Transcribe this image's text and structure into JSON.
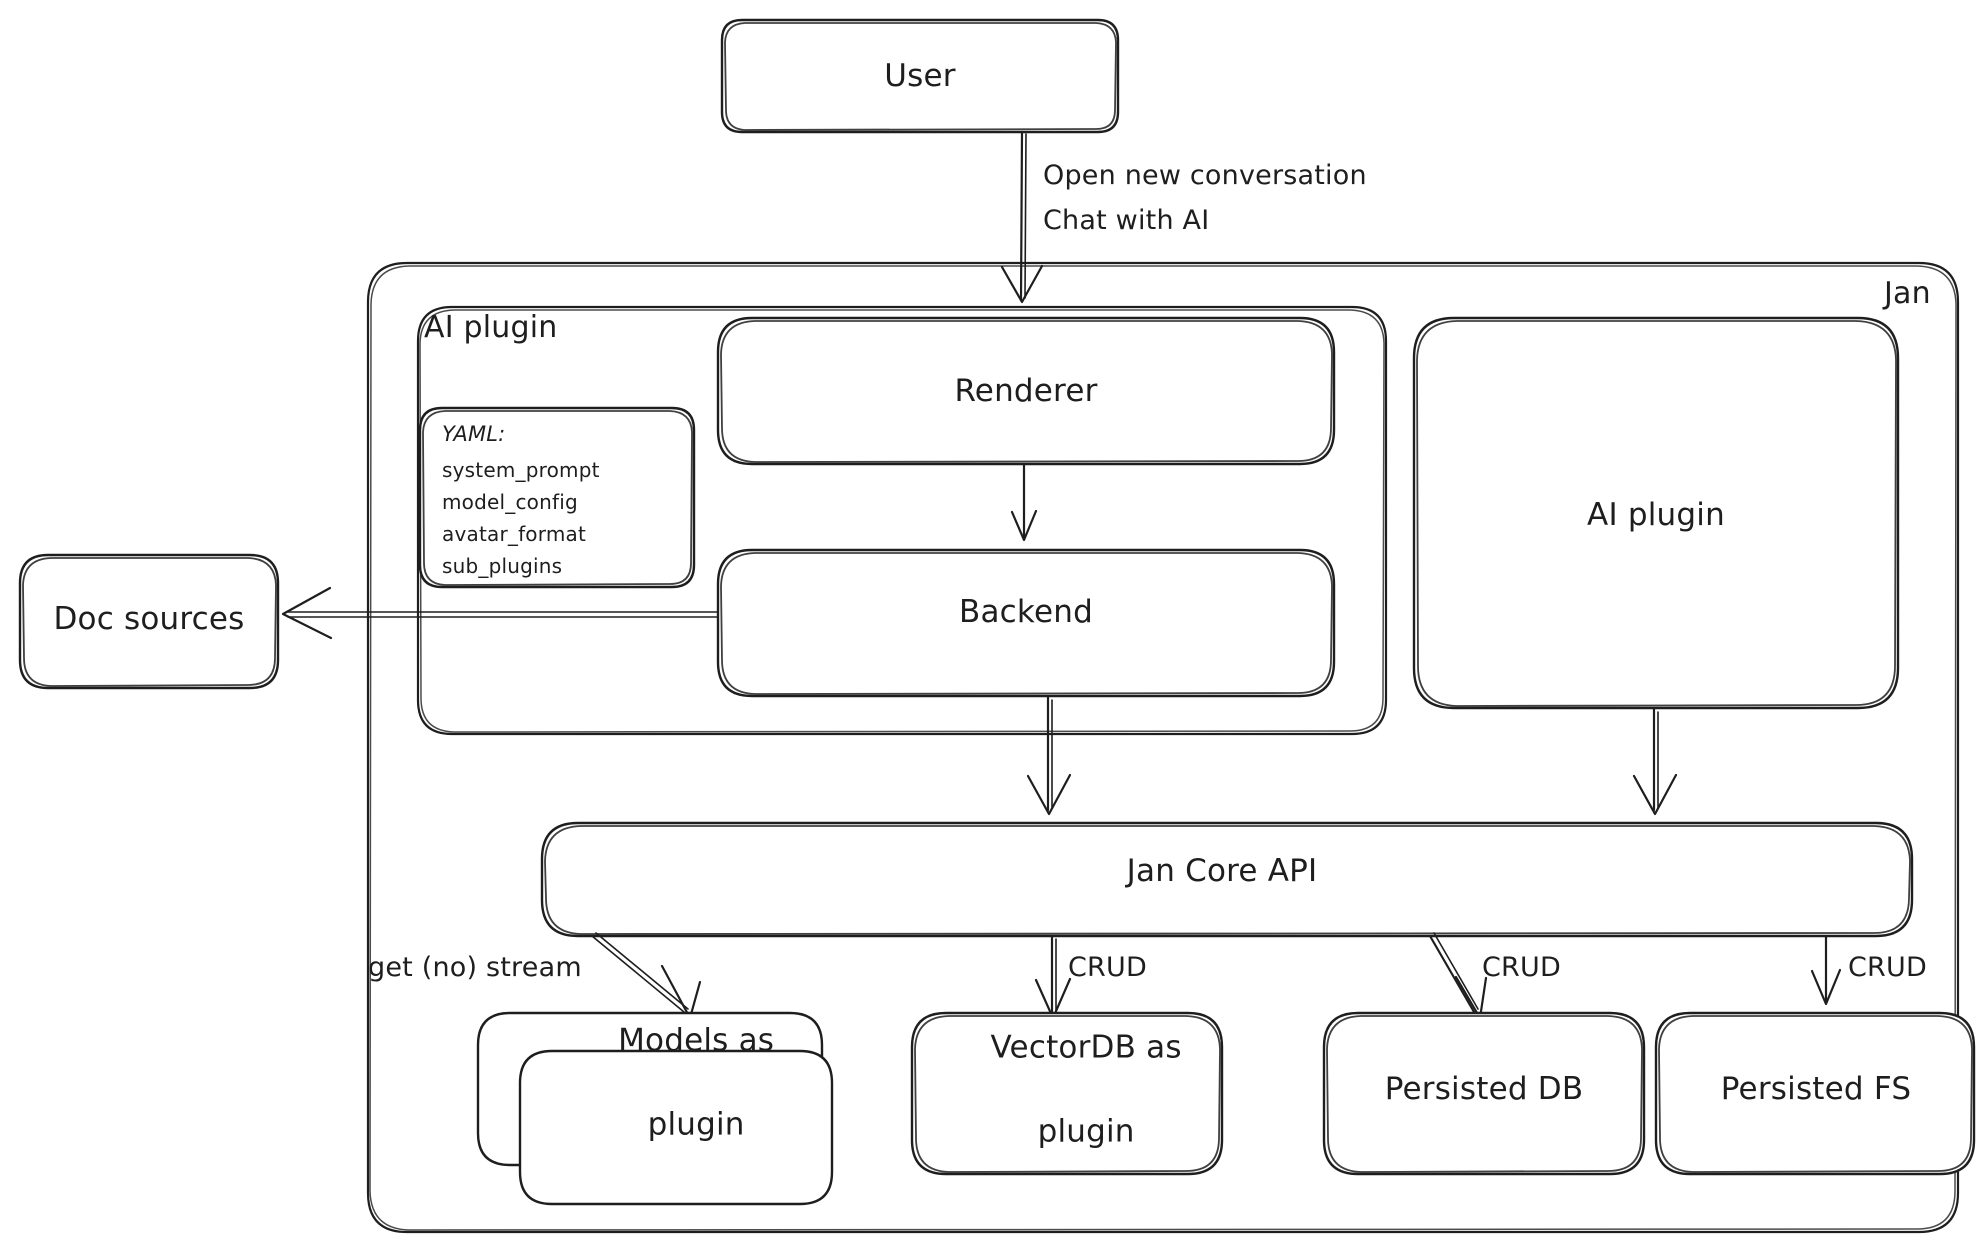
{
  "diagram": {
    "title_label": "Jan",
    "style": "hand-drawn-sketch",
    "stroke_color": "#1e1e1e",
    "background_color": "#ffffff"
  },
  "nodes": {
    "user": {
      "label": "User"
    },
    "ai_plugin_group": {
      "label": "AI plugin"
    },
    "renderer": {
      "label": "Renderer"
    },
    "backend": {
      "label": "Backend"
    },
    "ai_plugin_right": {
      "label": "AI plugin"
    },
    "doc_sources": {
      "label": "Doc sources"
    },
    "jan_core_api": {
      "label": "Jan Core API"
    },
    "models_plugin": {
      "label_line1": "Models as",
      "label_line2": "plugin"
    },
    "vectordb_plugin": {
      "label_line1": "VectorDB as",
      "label_line2": "plugin"
    },
    "persisted_db": {
      "label": "Persisted DB"
    },
    "persisted_fs": {
      "label": "Persisted FS"
    }
  },
  "yaml_card": {
    "header": "YAML:",
    "keys": [
      "system_prompt",
      "model_config",
      "avatar_format",
      "sub_plugins"
    ]
  },
  "edge_labels": {
    "user_to_renderer_line1": "Open new conversation",
    "user_to_renderer_line2": "Chat with AI",
    "core_to_models": "get (no) stream",
    "core_to_vectordb": "CRUD",
    "core_to_persisted_db": "CRUD",
    "core_to_persisted_fs": "CRUD"
  }
}
